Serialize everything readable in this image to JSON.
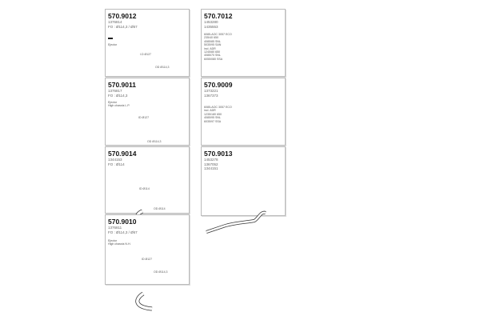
{
  "cards": [
    {
      "code": "570.9012",
      "parts": [
        "1376814"
      ],
      "fo": "FO : Ø114,3 / Ø57",
      "desc": [
        "Ejector"
      ],
      "label_top": "I.D Ø127",
      "label_bot": "OD Ø114,3"
    },
    {
      "code": "570.9011",
      "parts": [
        "1376817"
      ],
      "fo": "FO : Ø114,3",
      "desc": [
        "Ejector",
        "High chassis L.P."
      ],
      "label_top": "ID Ø127",
      "label_bot": "OD Ø114,3"
    },
    {
      "code": "570.9014",
      "parts": [
        "1344153"
      ],
      "fo": "FO : Ø114",
      "desc": [],
      "label_top": "ID Ø114",
      "label_bot": "OD Ø114"
    },
    {
      "code": "570.9010",
      "parts": [
        "1376811"
      ],
      "fo": "FO : Ø114,3 / Ø57",
      "desc": [
        "Ejector",
        "High chassis N.H."
      ],
      "label_top": "ID Ø127",
      "label_bot": "OD Ø114,3"
    },
    {
      "code": "570.7012",
      "parts": [
        "1453280",
        "1435553"
      ],
      "desc": [
        "6085-AOC 3057 ECO",
        "235/40 650",
        "4085/85 SNL",
        "5035/95 SAN",
        "incl. ADR",
        "1245/80 650",
        "4085/70 SNL",
        "6055/080 SSA"
      ]
    },
    {
      "code": "570.9009",
      "parts": [
        "1373221",
        "1367373"
      ],
      "desc": [
        "6085-AOC 3057 ECO",
        "incl. ADR",
        "1235/180 650",
        "4085/95 SNL",
        "6035/97 SSA"
      ]
    },
    {
      "code": "570.9013",
      "parts": [
        "1453278",
        "1367052",
        "1344151"
      ],
      "desc": []
    }
  ]
}
